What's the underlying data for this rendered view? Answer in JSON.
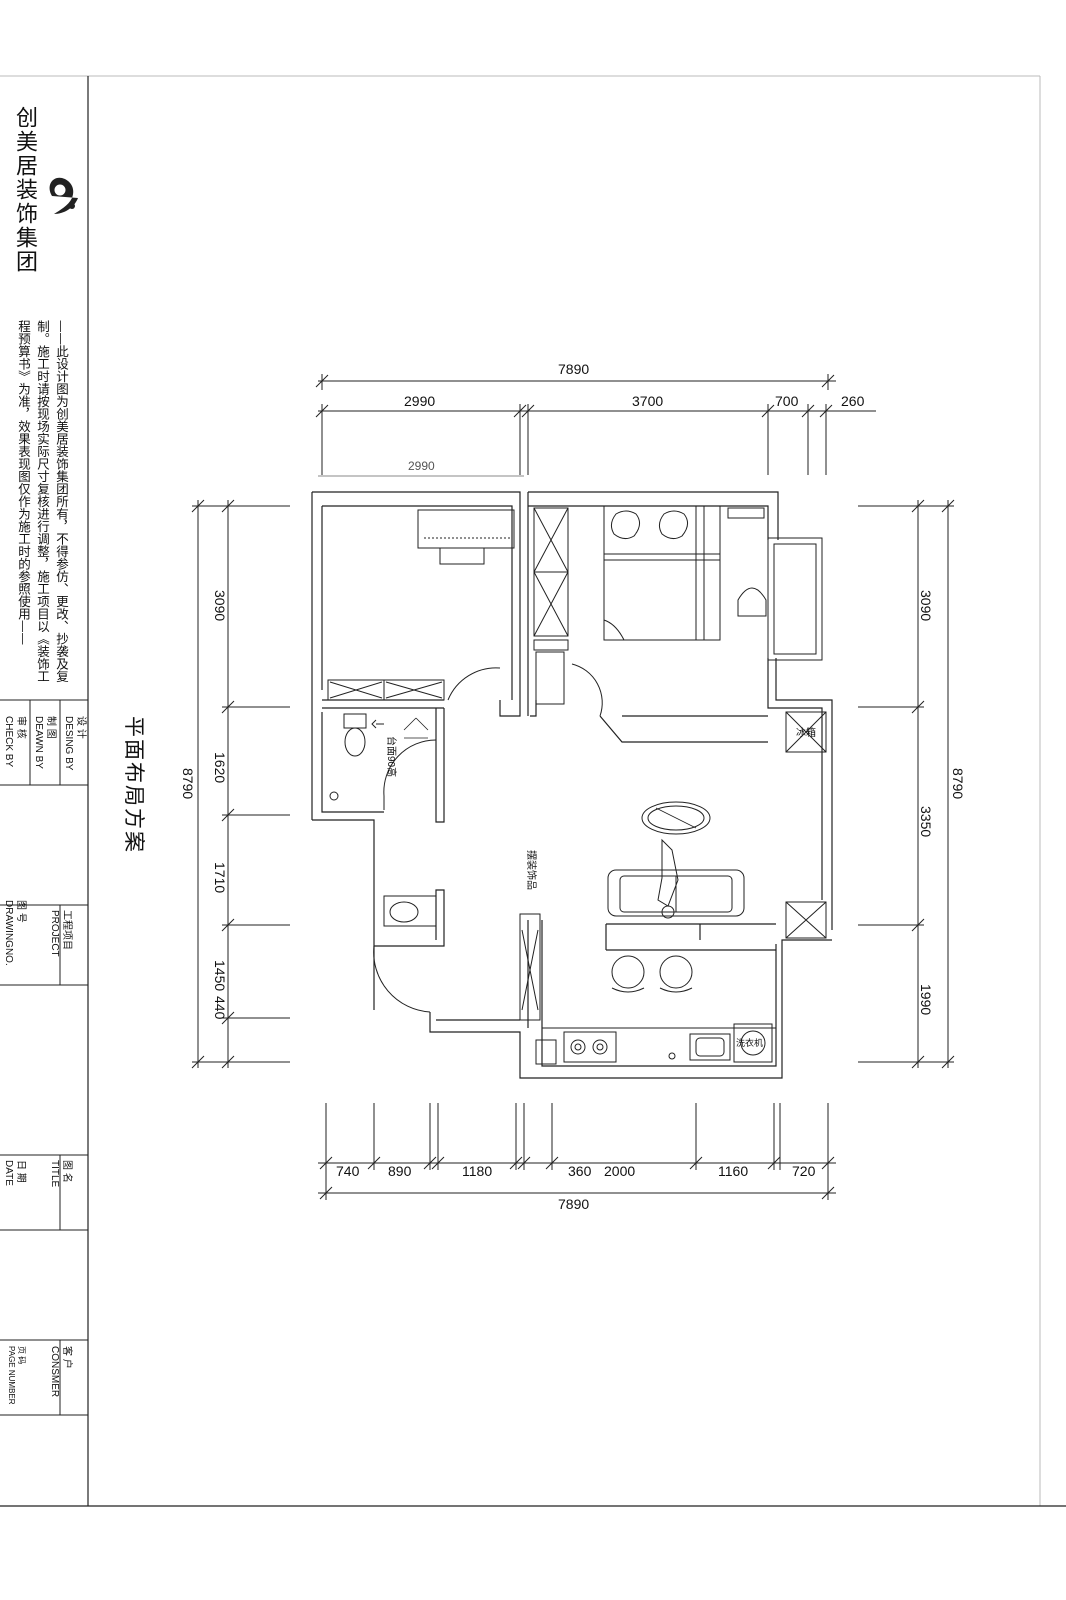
{
  "company": {
    "name": "创美居装饰集团",
    "disclaimer": "——此设计图为创美居装饰集团所有，不得参仿、更改、抄袭及复制。施工时请按现场实际尺寸复核进行调整，施工项目以《装饰工程预算书》为准，效果表现图仅作为施工时的参照使用——"
  },
  "title_block": {
    "design_cn": "设 计",
    "design_en": "DESING BY",
    "drawn_cn": "制 图",
    "drawn_en": "DEAWN BY",
    "check_cn": "审 核",
    "check_en": "CHECK BY",
    "project_cn": "工程项目",
    "project_en": "PROJECT",
    "drawing_no_cn": "图 号",
    "drawing_no_en": "DRAWINGNO.",
    "title_cn": "图 名",
    "title_en": "TITLE",
    "date_cn": "日 期",
    "date_en": "DATE",
    "consumer_cn": "客 户",
    "consumer_en": "CONSMER",
    "page_cn": "页 码",
    "page_en": "PAGE NUMBER"
  },
  "drawing": {
    "title": "平面布局方案",
    "labels": {
      "counter": "台面90高",
      "ornament": "摆装饰品",
      "fridge": "冰箱",
      "washer": "洗衣机",
      "inner_2990": "2990"
    },
    "dims_top_total": "7890",
    "dims_top": [
      "2990",
      "3700",
      "700",
      "260"
    ],
    "dims_bottom_total": "7890",
    "dims_bottom": [
      "740",
      "890",
      "1180",
      "360",
      "2000",
      "1160",
      "720"
    ],
    "dims_left_total": "8790",
    "dims_left": [
      "3090",
      "1620",
      "1710",
      "1450",
      "440"
    ],
    "dims_right_total": "8790",
    "dims_right": [
      "3090",
      "3350",
      "1990"
    ]
  }
}
